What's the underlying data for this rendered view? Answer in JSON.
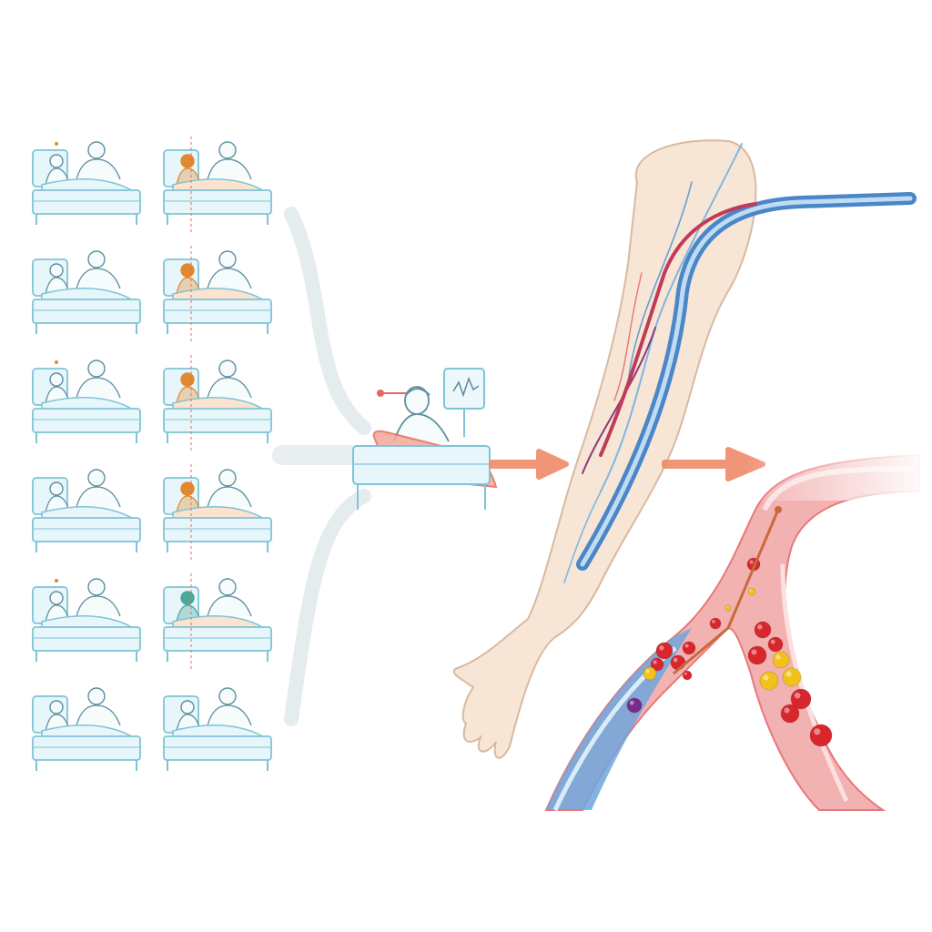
{
  "colors": {
    "background": "#ffffff",
    "bed_outline": "#7fc4d6",
    "bed_fill": "#e6f6fa",
    "patient_line": "#5e8fa0",
    "infection_orange": "#e2892f",
    "infection_teal": "#4aa79a",
    "highlight_red": "#e46a5a",
    "arrow": "#f08a6a",
    "flow_gray": "#dfe7ea",
    "skin": "#f7e6d6",
    "skin_line": "#d9b9a0",
    "vein_blue": "#4b86c8",
    "artery_red": "#d94f55",
    "vessel_red": "#e9777a",
    "cell_red": "#d8262c",
    "cell_yellow": "#f2c21a",
    "cell_purple": "#7a2b8a"
  },
  "beds": {
    "left_column": [
      {
        "state": "clear"
      },
      {
        "state": "clear"
      },
      {
        "state": "clear"
      },
      {
        "state": "clear"
      },
      {
        "state": "clear"
      },
      {
        "state": "clear"
      }
    ],
    "right_column": [
      {
        "state": "orange"
      },
      {
        "state": "orange"
      },
      {
        "state": "orange"
      },
      {
        "state": "orange"
      },
      {
        "state": "teal"
      },
      {
        "state": "clear"
      }
    ]
  },
  "icons": {
    "single_patient": "hospital-bed-with-iv-monitor",
    "arm": "human-arm-with-veins",
    "vessel": "blood-vessel-cross-section"
  }
}
